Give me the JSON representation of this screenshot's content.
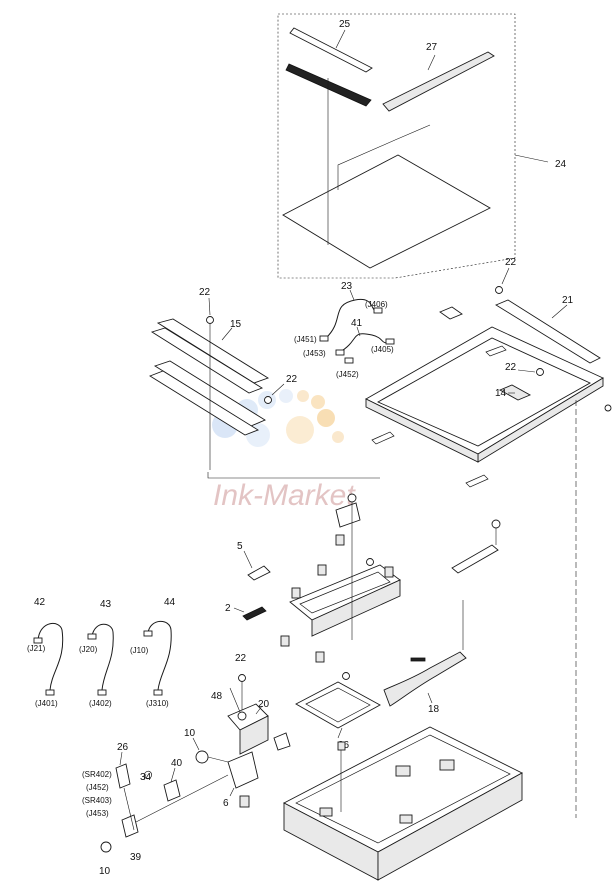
{
  "watermark": {
    "text": "Ink-Market",
    "colors": [
      "#e8c8c8",
      "#f3c98a",
      "#a9c6ec"
    ]
  },
  "callouts": {
    "c25": "25",
    "c27": "27",
    "c24": "24",
    "c22a": "22",
    "c15": "15",
    "c22b": "22",
    "c23": "23",
    "c41": "41",
    "c22c": "22",
    "c21": "21",
    "c22d": "22",
    "c14": "14",
    "c5": "5",
    "c2": "2",
    "c42": "42",
    "c43": "43",
    "c44": "44",
    "c22e": "22",
    "c48": "48",
    "c20": "20",
    "c18": "18",
    "c36": "36",
    "c10a": "10",
    "c26": "26",
    "c34": "34",
    "c40": "40",
    "c6": "6",
    "c39": "39",
    "c10b": "10"
  },
  "connectors": {
    "j406": "(J406)",
    "j451": "(J451)",
    "j405": "(J405)",
    "j453a": "(J453)",
    "j452a": "(J452)",
    "j21": "(J21)",
    "j20": "(J20)",
    "j10": "(J10)",
    "j401": "(J401)",
    "j402": "(J402)",
    "j310": "(J310)",
    "sr402": "(SR402)",
    "j452b": "(J452)",
    "sr403": "(SR403)",
    "j453b": "(J453)"
  }
}
